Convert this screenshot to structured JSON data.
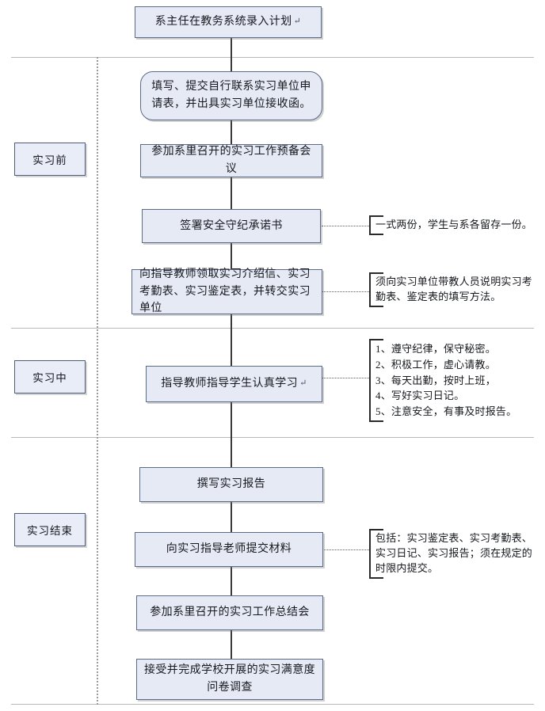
{
  "diagram": {
    "title_node": "系主任在教务系统录入计划",
    "stages": [
      {
        "label": "实习前"
      },
      {
        "label": "实习中"
      },
      {
        "label": "实习结束"
      }
    ],
    "nodes": [
      {
        "id": "plan",
        "text": "系主任在教务系统录入计划",
        "return_mark": "↵"
      },
      {
        "id": "apply",
        "text": "填写、提交自行联系实习单位申请表，并出具实习单位接收函。"
      },
      {
        "id": "meeting",
        "text": "参加系里召开的实习工作预备会议"
      },
      {
        "id": "pledge",
        "text": "签署安全守纪承诺书"
      },
      {
        "id": "materials",
        "text": "向指导教师领取实习介绍信、实习考勤表、实习鉴定表，并转交实习单位"
      },
      {
        "id": "guide",
        "text": "指导教师指导学生认真学习",
        "return_mark": "↵"
      },
      {
        "id": "report",
        "text": "撰写实习报告"
      },
      {
        "id": "submit",
        "text": "向实习指导老师提交材料"
      },
      {
        "id": "summary",
        "text": "参加系里召开的实习工作总结会"
      },
      {
        "id": "survey",
        "text": "接受并完成学校开展的实习满意度问卷调查"
      }
    ],
    "notes": {
      "pledge_note": "一式两份，学生与系各留存一份。",
      "materials_note": "须向实习单位带教人员说明实习考勤表、鉴定表的填写方法。",
      "submit_note": "包括：实习鉴定表、实习考勤表、实习日记、实习报告；须在规定的时限内提交。",
      "discipline_list": [
        "1、遵守纪律，保守秘密。",
        "2、积极工作，虚心请教。",
        "3、每天出勤，按时上班，",
        "4、写好实习日记。",
        "5、注意安全，有事及时报告。"
      ]
    },
    "colors": {
      "node_fill": "#e5eaf5",
      "node_border": "#5b6a86",
      "rule": "#b9b9b9",
      "connector": "#3a3a3a"
    }
  }
}
